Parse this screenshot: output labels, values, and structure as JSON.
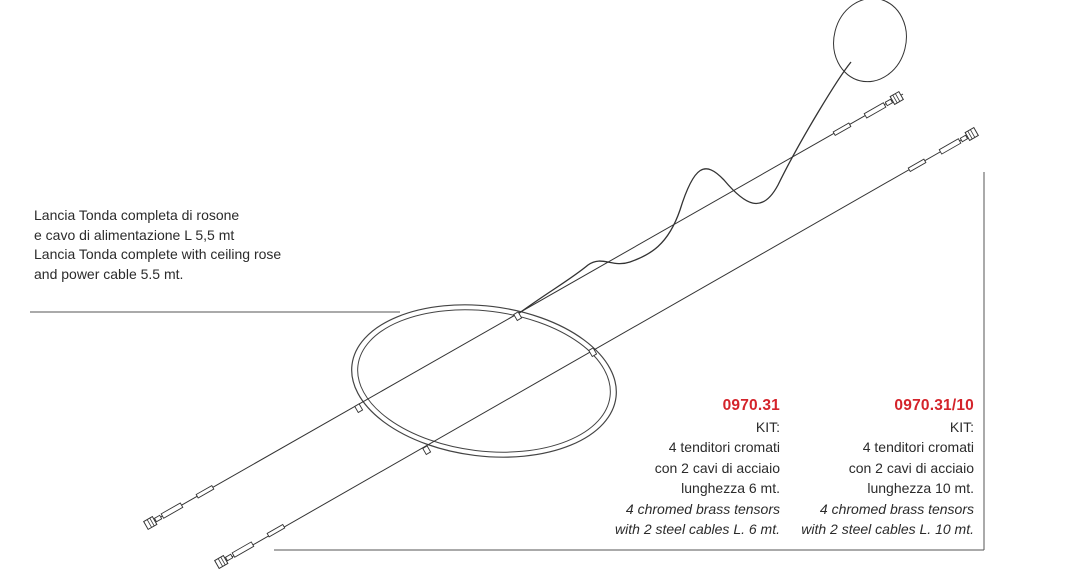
{
  "description": {
    "line1": "Lancia Tonda completa di rosone",
    "line2": "e cavo di alimentazione L 5,5 mt",
    "line3": "Lancia Tonda complete with ceiling rose",
    "line4": "and power cable 5.5 mt."
  },
  "kits": [
    {
      "code": "0970.31",
      "kit_label": "KIT:",
      "it_line1": "4 tenditori cromati",
      "it_line2": "con 2 cavi di acciaio",
      "it_line3": "lunghezza 6 mt.",
      "en_line1": "4 chromed brass tensors",
      "en_line2": "with 2 steel cables L. 6 mt."
    },
    {
      "code": "0970.31/10",
      "kit_label": "KIT:",
      "it_line1": "4 tenditori cromati",
      "it_line2": "con 2 cavi di acciaio",
      "it_line3": "lunghezza 10 mt.",
      "en_line1": "4 chromed brass tensors",
      "en_line2": "with 2 steel cables L. 10 mt."
    }
  ],
  "colors": {
    "code_red": "#d4242b",
    "line": "#2b2b2b"
  }
}
